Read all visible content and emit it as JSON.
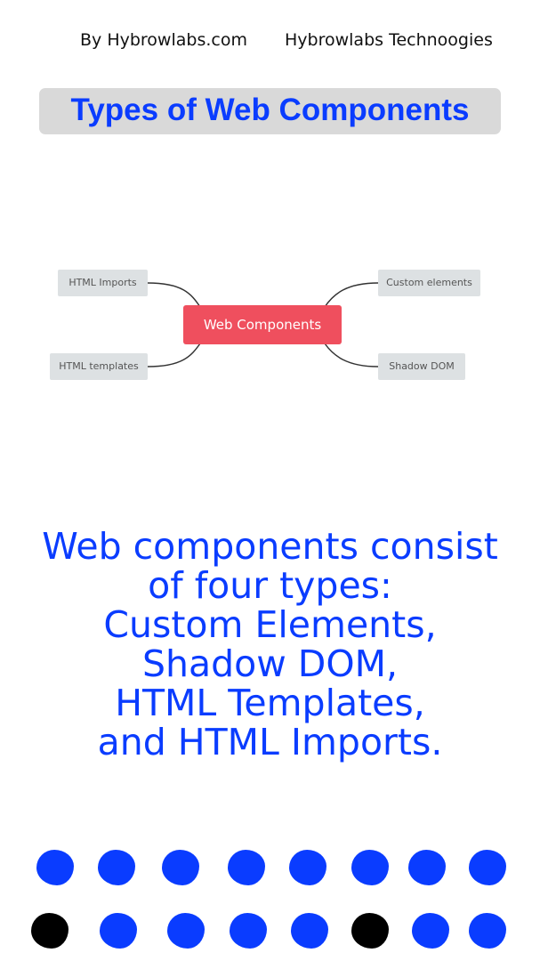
{
  "header": {
    "by": "By Hybrowlabs.com",
    "company": "Hybrowlabs Technoogies"
  },
  "title": "Types of Web Components",
  "diagram": {
    "center": "Web Components",
    "nodes": {
      "html_imports": "HTML Imports",
      "html_templates": "HTML templates",
      "custom_elements": "Custom elements",
      "shadow_dom": "Shadow DOM"
    },
    "colors": {
      "center": "#ef4f5e",
      "node": "#dde1e3"
    }
  },
  "body_lines": [
    "Web components consist",
    "of four types:",
    "Custom Elements,",
    "Shadow DOM,",
    "HTML Templates,",
    "and HTML Imports."
  ],
  "dots": {
    "colors": {
      "blue": "#0a3cff",
      "black": "#000000"
    },
    "rows": [
      [
        "blue",
        "blue",
        "blue",
        "blue",
        "blue",
        "blue",
        "blue",
        "blue"
      ],
      [
        "black",
        "blue",
        "blue",
        "blue",
        "blue",
        "black",
        "blue",
        "blue"
      ]
    ]
  }
}
